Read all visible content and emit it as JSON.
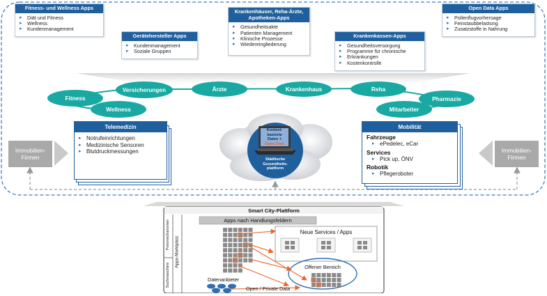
{
  "apps": {
    "fitness": {
      "title": "Fitness- und Wellness Apps",
      "items": [
        "Diät und Fitness",
        "Wellness",
        "Kundenmanagement"
      ]
    },
    "kranken": {
      "title_line1": "Krankenhäuser, Reha-Ärzte,",
      "title_line2": "Apotheken-Apps",
      "items": [
        "Gesundheitsakte",
        "Patienten Management",
        "Klinische Prozesse",
        "Wiedereingliederung"
      ]
    },
    "opendata": {
      "title": "Open Data Apps",
      "items": [
        "Pollenflugvorhersage",
        "Feinstaubbelastung",
        "Zusatzstoffe in Nahrung"
      ]
    },
    "geraete": {
      "title": "Gerätehersteller Apps",
      "items": [
        "Kundenmanagement",
        "Soziale Gruppen"
      ]
    },
    "kassen": {
      "title": "Krankenkassen-Apps",
      "items": [
        "Gesundheitsversorgung",
        "Programme für chronische",
        "Erkrankungen",
        "Kostenkontrolle"
      ]
    }
  },
  "ovals": {
    "fitness": "Fitness",
    "versicherungen": "Versicherungen",
    "aerzte": "Ärzte",
    "krankenhaus": "Krankenhaus",
    "reha": "Reha",
    "pharmazie": "Pharmazie",
    "wellness": "Wellness",
    "mitarbeiter": "Mitarbeiter"
  },
  "telemedizin": {
    "title": "Telemedizin",
    "items": [
      "Notrufeinrichtungen",
      "Medizinische Sensoren",
      "Blutdruckmessungen"
    ]
  },
  "mobilitaet": {
    "title": "Mobilität",
    "groups": [
      {
        "heading": "Fahrzeuge",
        "item": "ePedelec, eCar"
      },
      {
        "heading": "Services",
        "item": "Pick up, ÖNV"
      },
      {
        "heading": "Robotik",
        "item": "Pflegeroboter"
      }
    ]
  },
  "immobilien": {
    "left": [
      "Immobilien-",
      "Firmen"
    ],
    "right": [
      "Immobilien-",
      "Firmen"
    ]
  },
  "cloud": {
    "screen_lines": [
      "Kontext-",
      "basierte",
      "Daten +",
      "Open Data"
    ],
    "caption_lines": [
      "Städtische",
      "Gesundheits-",
      "plattform"
    ]
  },
  "platform": {
    "title": "Smart City-Plattform",
    "apps_bar": "Apps nach Handlungsfeldern",
    "side_labels": {
      "preis": "Preismechanismen",
      "markt": "Apps-Marktplatz",
      "such": "Suchmaschine"
    },
    "neue_services": "Neue Services / Apps",
    "offener_bereich": "Offener Bereich",
    "datenanbieter": "Datenanbieter",
    "open_private": "Open / Private Data"
  },
  "colors": {
    "brand_blue": "#1f5f9e",
    "teal": "#19a9a2",
    "orange": "#e8662a",
    "gray": "#a9a9a9"
  }
}
